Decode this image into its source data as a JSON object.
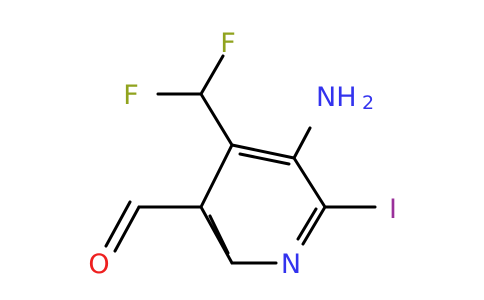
{
  "molecule": {
    "atoms": {
      "f_top": {
        "symbol": "F",
        "color": "#90a31e"
      },
      "f_left": {
        "symbol": "F",
        "color": "#90a31e"
      },
      "nh2": {
        "symbol": "NH",
        "subscript": "2",
        "color": "#3333ee"
      },
      "iodine": {
        "symbol": "I",
        "color": "#9a309a"
      },
      "ring_n": {
        "symbol": "N",
        "color": "#3333ee"
      },
      "oxygen": {
        "symbol": "O",
        "color": "#ee2020"
      }
    },
    "bond_color": "#000000"
  }
}
